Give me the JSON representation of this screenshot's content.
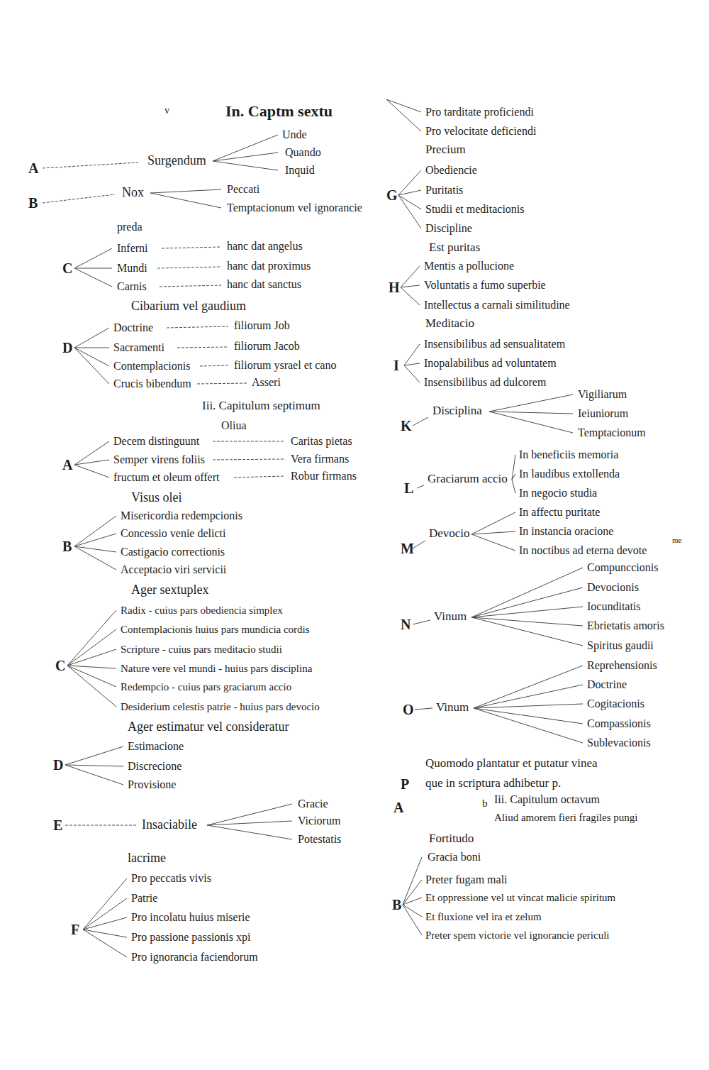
{
  "diagram": {
    "title": "In. Captm sextu",
    "labels": [
      "v",
      "A",
      "Surgendum",
      "Unde",
      "Quando",
      "Inquid",
      "B",
      "Nox",
      "Peccati",
      "Temptacionum vel ignorancie",
      "preda",
      "C",
      "Inferni",
      "Mundi",
      "Carnis",
      "hanc dat angelus",
      "hanc dat proximus",
      "hanc dat sanctus",
      "Cibarium vel gaudium",
      "D",
      "Doctrine",
      "Sacramenti",
      "Contemplacionis",
      "Crucis bibendum",
      "filiorum Job",
      "filiorum Jacob",
      "filiorum ysrael et cano",
      "Asseri",
      "Iii. Capitulum septimum",
      "Oliua",
      "A",
      "Decem distinguunt",
      "Semper virens foliis",
      "fructum et oleum offert",
      "Caritas pietas",
      "Vera firmans",
      "Robur firmans",
      "Visus olei",
      "B",
      "Misericordia redempcionis",
      "Concessio venie delicti",
      "Castigacio correctionis",
      "Acceptacio viri servicii",
      "Ager sextuplex",
      "C",
      "Radix - cuius pars obediencia simplex",
      "Contemplacionis huius pars mundicia cordis",
      "Scripture - cuius pars meditacio studii",
      "Nature vere vel mundi - huius pars disciplina",
      "Redempcio - cuius pars graciarum accio",
      "Desiderium celestis patrie - huius pars devocio",
      "Ager estimatur vel consideratur",
      "D",
      "Estimacione",
      "Discrecione",
      "Provisione",
      "E",
      "Insaciabile",
      "Gracie",
      "Viciorum",
      "Potestatis",
      "lacrime",
      "F",
      "Pro peccatis vivis",
      "Patrie",
      "Pro incolatu huius miserie",
      "Pro passione passionis xpi",
      "Pro ignorancia faciendorum",
      "Pro tarditate proficiendi",
      "Pro velocitate deficiendi",
      "Precium",
      "Obediencie",
      "G",
      "Puritatis",
      "Studii et meditacionis",
      "Discipline",
      "Est puritas",
      "H",
      "Mentis a pollucione",
      "Voluntatis a fumo superbie",
      "Intellectus a carnali similitudine",
      "Meditacio",
      "I",
      "Insensibilibus ad sensualitatem",
      "Inopalabilibus ad voluntatem",
      "Insensibilibus ad dulcorem",
      "K",
      "Disciplina",
      "Vigiliarum",
      "Ieiuniorum",
      "Temptacionum",
      "L",
      "Graciarum accio",
      "In beneficiis memoria",
      "In laudibus extollenda",
      "In negocio studia",
      "M",
      "Devocio",
      "In affectu puritate",
      "In instancia oracione",
      "In noctibus ad eterna devote",
      "me",
      "N",
      "Vinum",
      "Compunccionis",
      "Devocionis",
      "Iocunditatis",
      "Ebrietatis amoris",
      "Spiritus gaudii",
      "O",
      "Vinum",
      "Reprehensionis",
      "Doctrine",
      "Cogitacionis",
      "Compassionis",
      "Sublevacionis",
      "P",
      "Quomodo plantatur et putatur vinea",
      "que in scriptura adhibetur p.",
      "A",
      "b",
      "Iii. Capitulum octavum",
      "Aliud amorem fieri fragiles pungi",
      "Fortitudo",
      "B",
      "Gracia boni",
      "Preter fugam mali",
      "Et oppressione vel ut vincat malicie spiritum",
      "Et fluxione vel ira et zelum",
      "Preter spem victorie vel ignorancie periculi"
    ]
  }
}
